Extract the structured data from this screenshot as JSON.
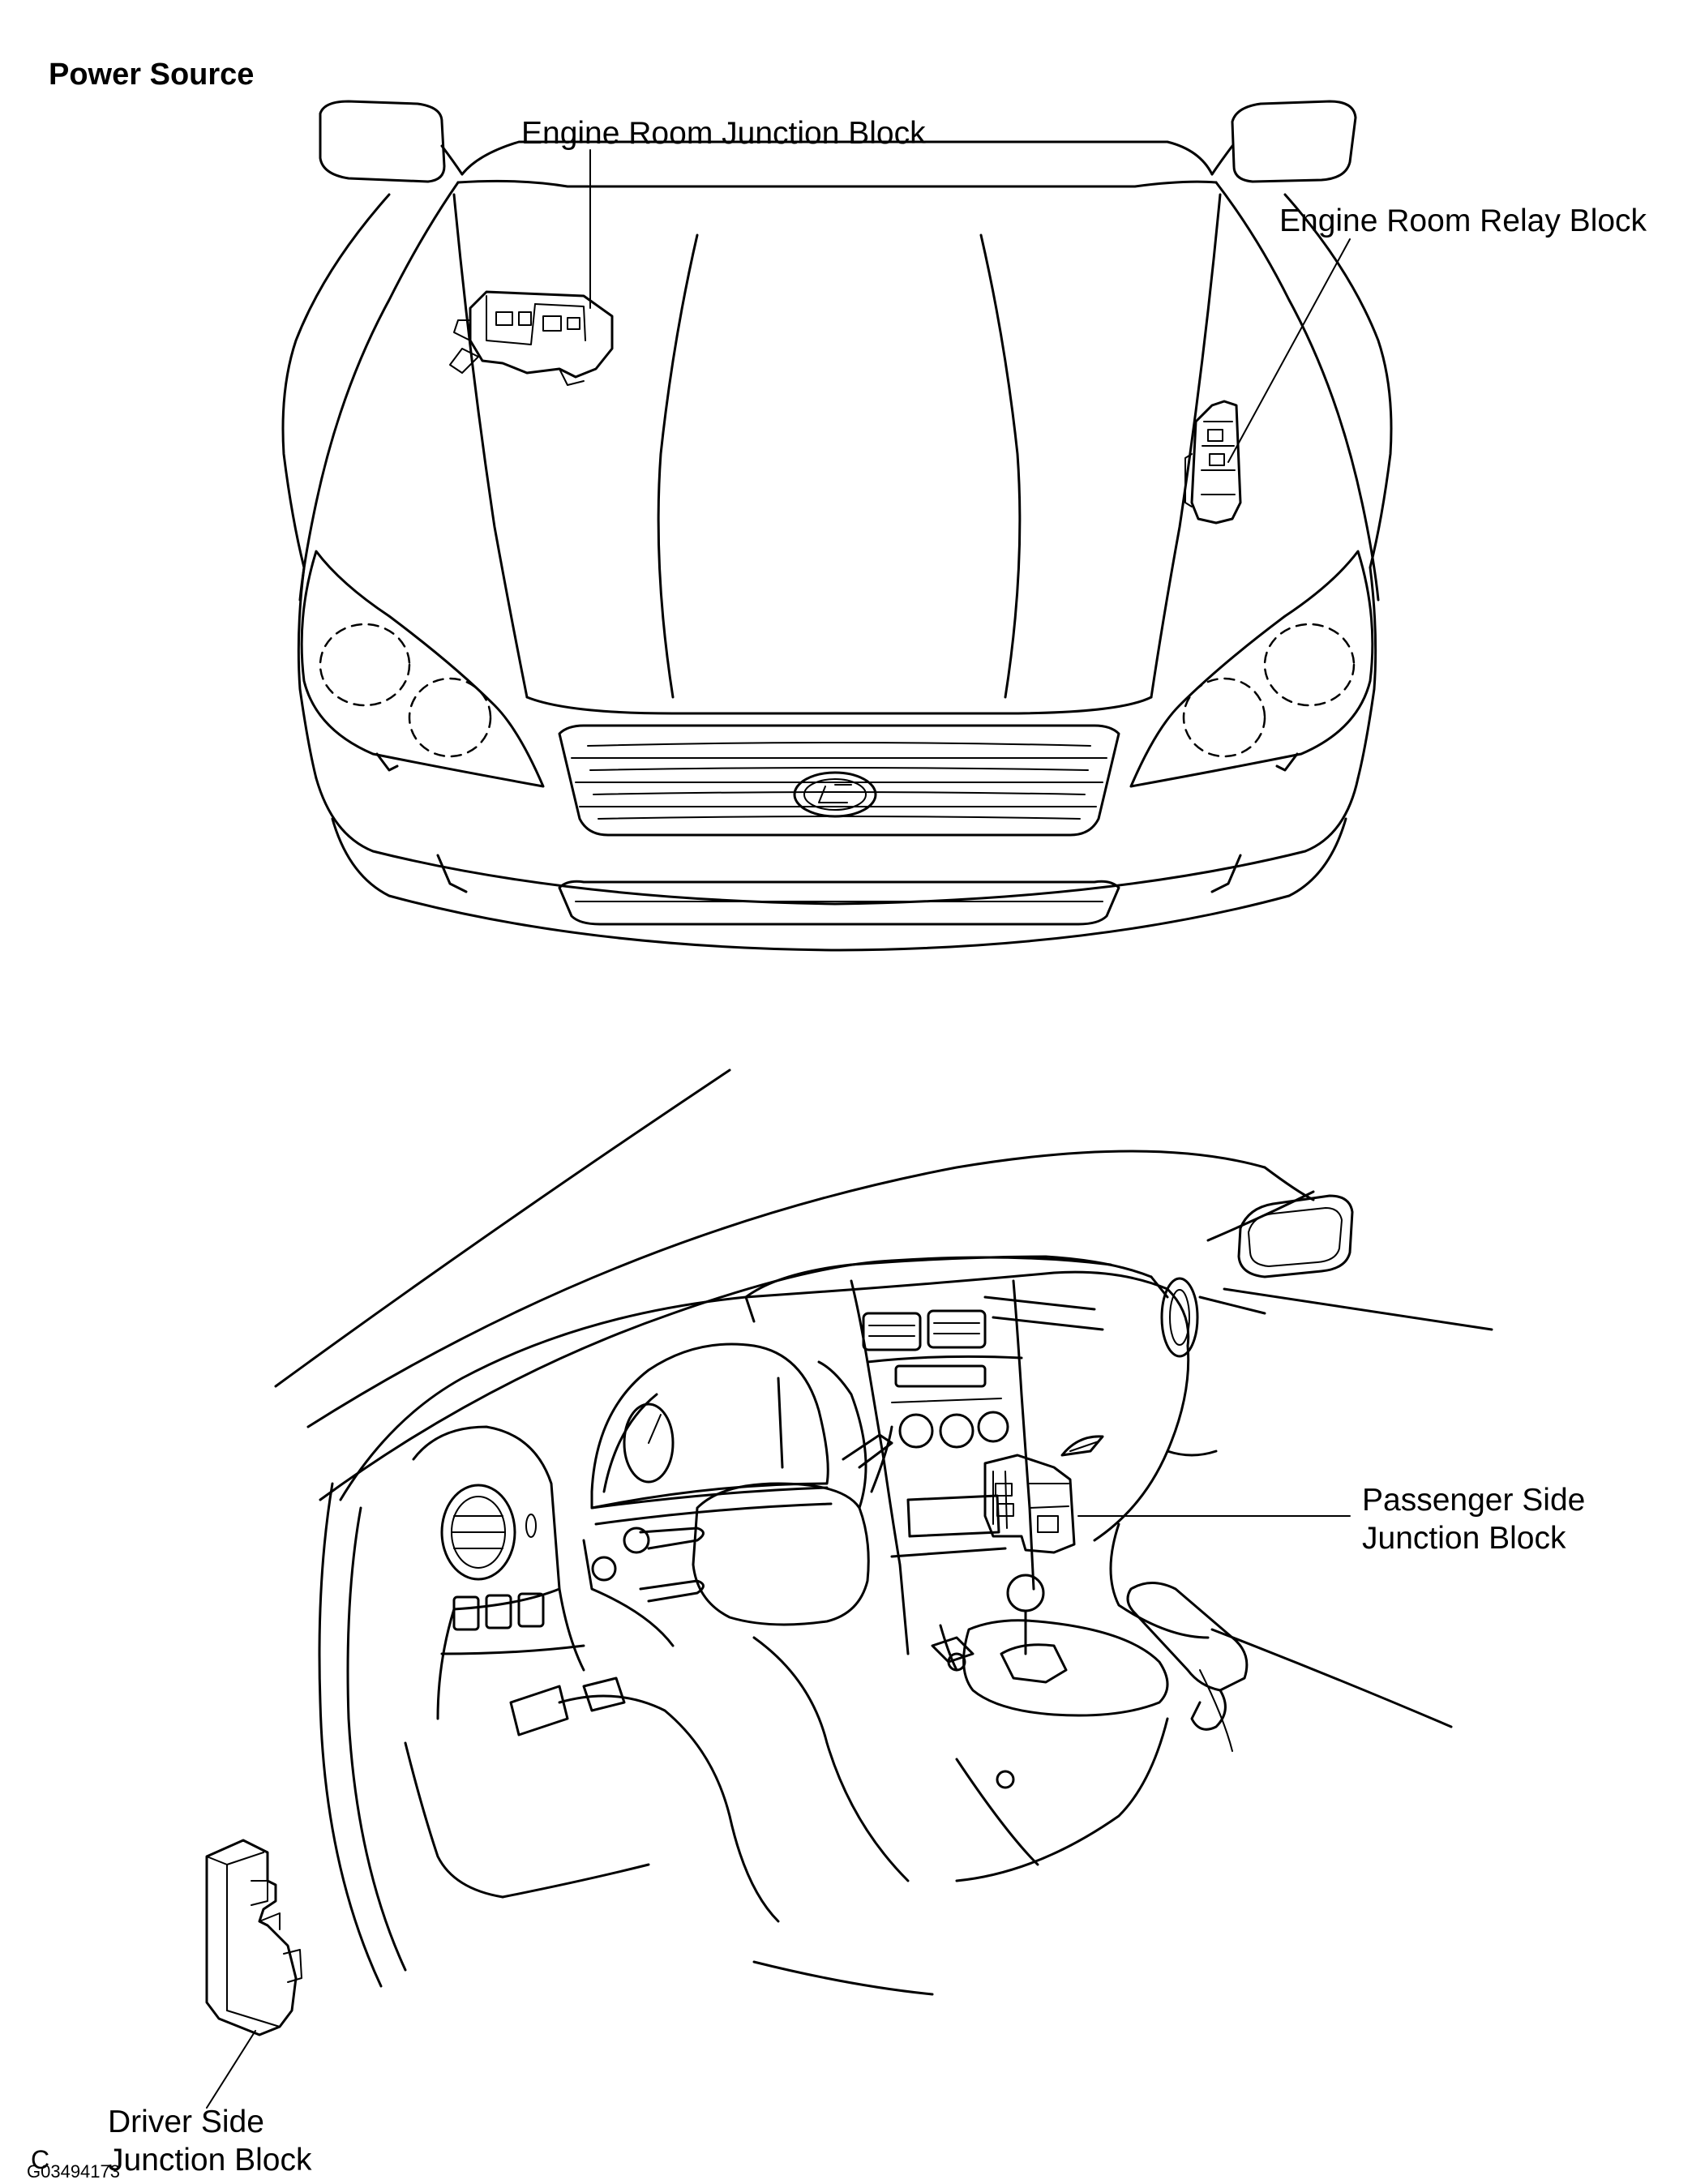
{
  "title": "Power Source",
  "labels": {
    "engine_room_junction_block": "Engine Room Junction Block",
    "engine_room_relay_block": "Engine Room Relay Block",
    "passenger_side_junction_block": "Passenger Side\nJunction Block",
    "driver_side_junction_block": "Driver Side\nJunction Block"
  },
  "footer": {
    "code_letter": "C",
    "figure_id": "G03494173"
  },
  "colors": {
    "line": "#000000",
    "background": "#ffffff"
  }
}
